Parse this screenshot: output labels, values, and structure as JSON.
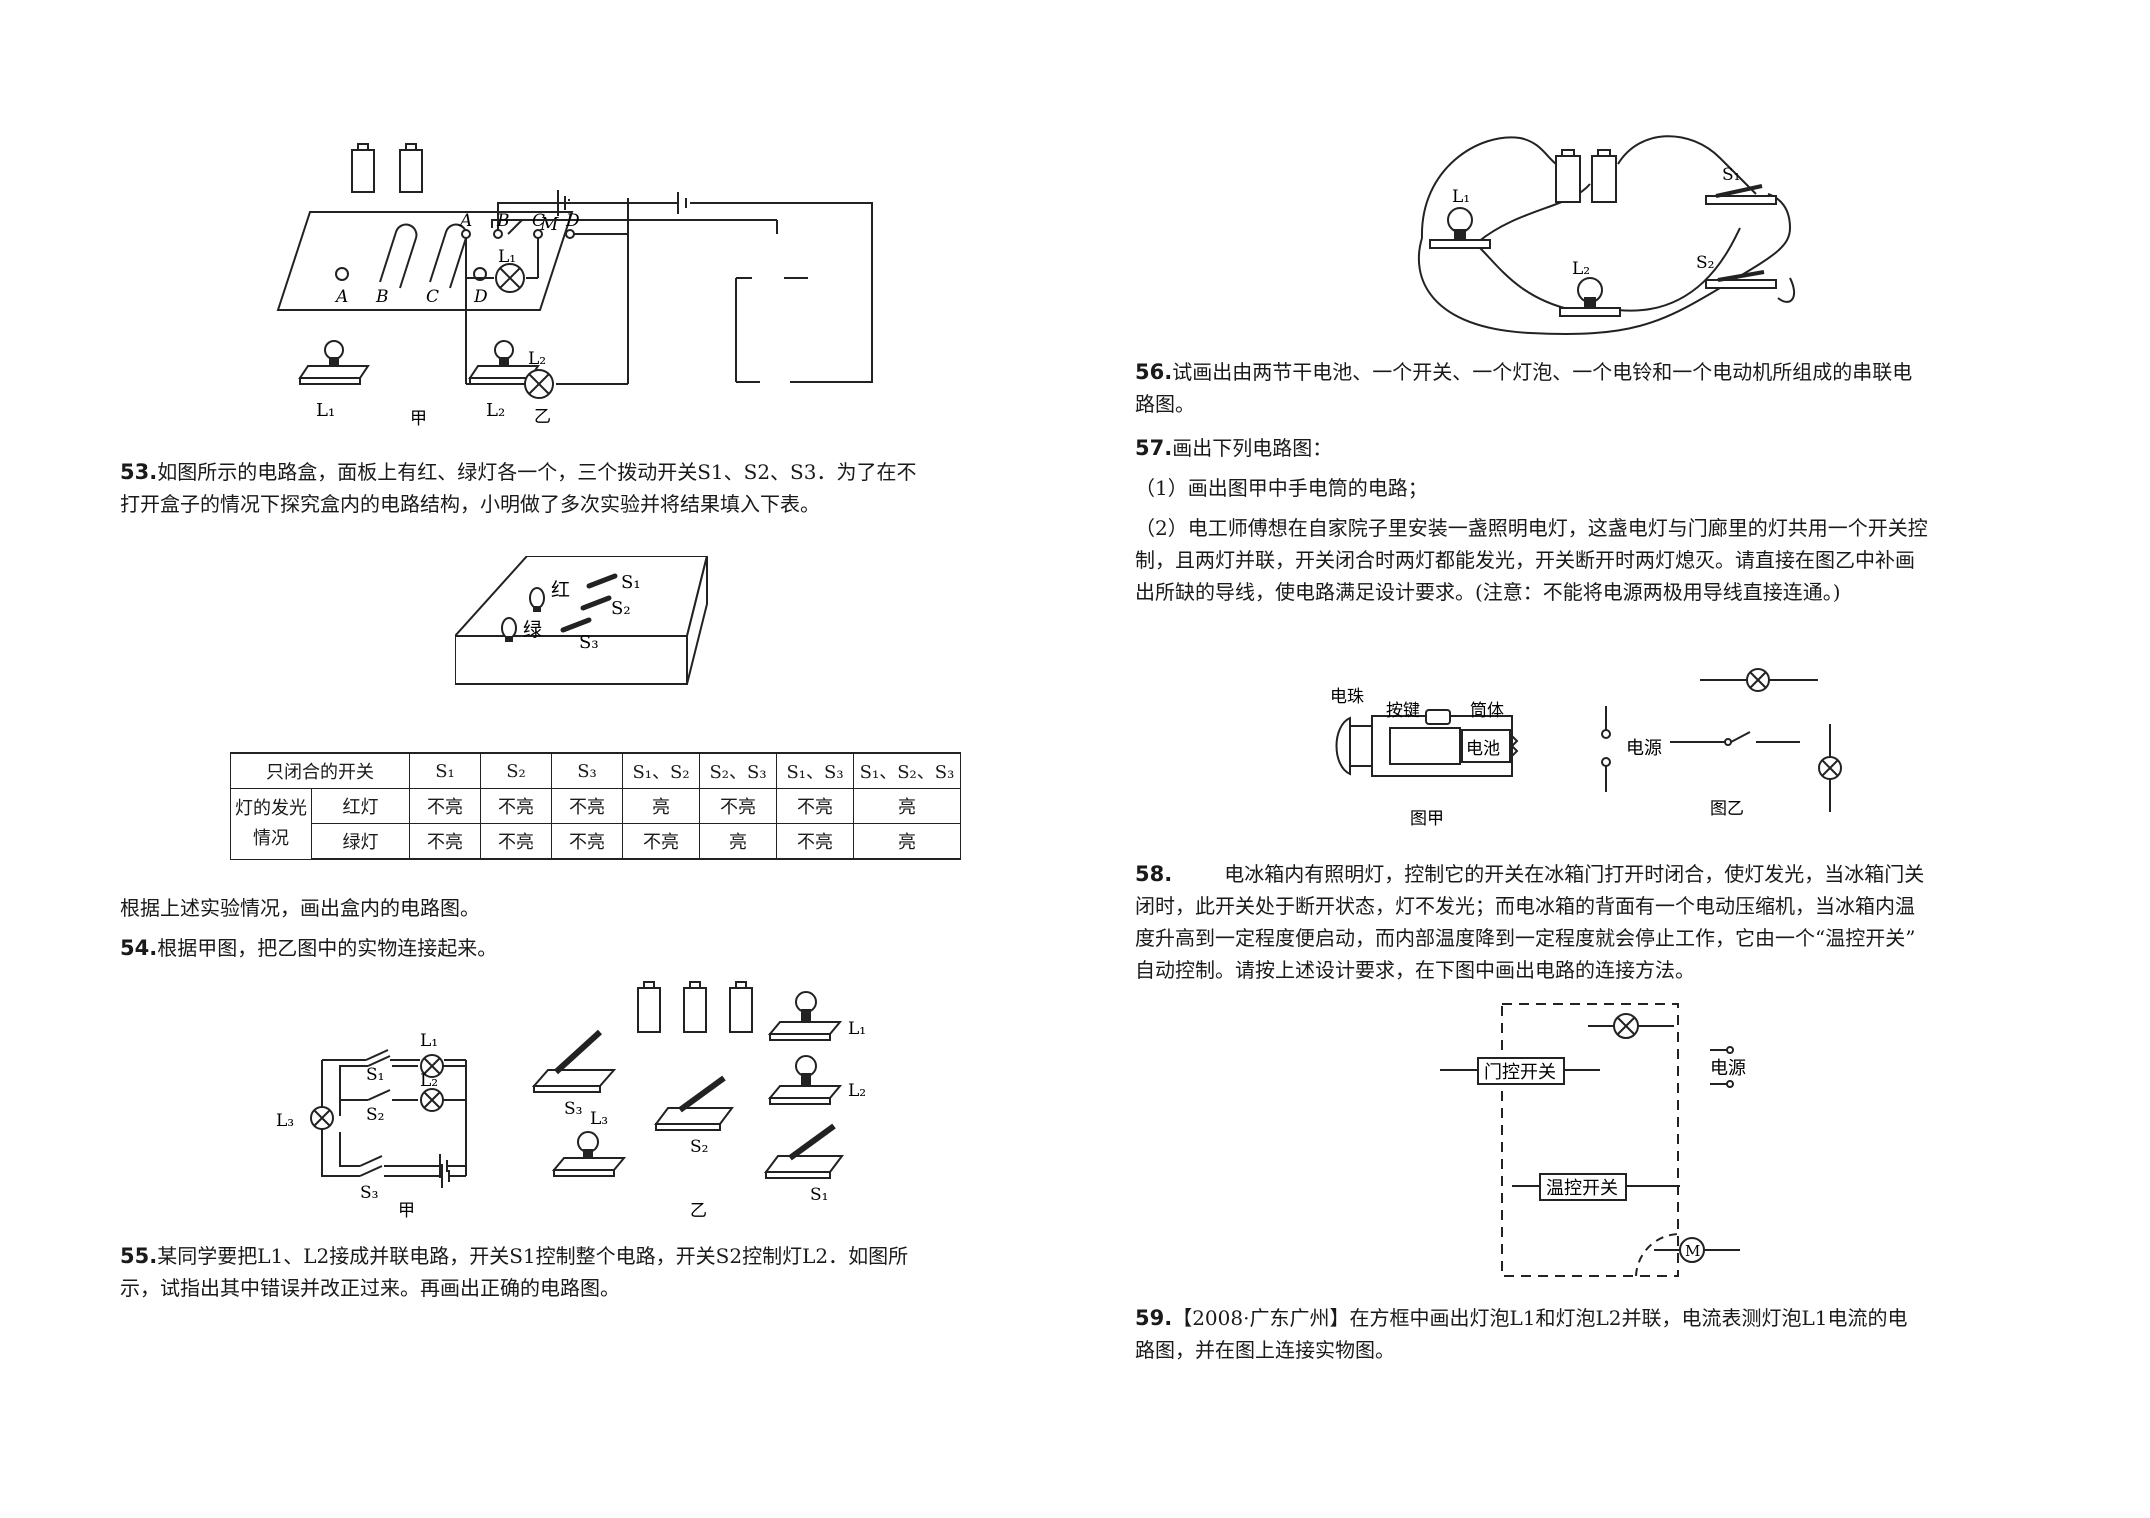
{
  "q53": {
    "num": "53.",
    "line1": "如图所示的电路盒，面板上有红、绿灯各一个，三个拨动开关S1、S2、S3．为了在不",
    "line2": "打开盒子的情况下探究盒内的电路结构，小明做了多次实验并将结果填入下表。",
    "after": "根据上述实验情况，画出盒内的电路图。",
    "fig": {
      "M": "M",
      "A": "A",
      "B": "B",
      "C": "C",
      "D": "D",
      "L1": "L₁",
      "L2": "L₂",
      "jia": "甲",
      "yi": "乙"
    },
    "box": {
      "red": "红",
      "green": "绿",
      "S1": "S₁",
      "S2": "S₂",
      "S3": "S₃"
    },
    "table": {
      "header": [
        "只闭合的开关",
        "S₁",
        "S₂",
        "S₃",
        "S₁、S₂",
        "S₂、S₃",
        "S₁、S₃",
        "S₁、S₂、S₃"
      ],
      "group": "灯的发光情况",
      "rows": [
        {
          "label": "红灯",
          "cells": [
            "不亮",
            "不亮",
            "不亮",
            "亮",
            "不亮",
            "不亮",
            "亮"
          ]
        },
        {
          "label": "绿灯",
          "cells": [
            "不亮",
            "不亮",
            "不亮",
            "不亮",
            "亮",
            "不亮",
            "亮"
          ]
        }
      ]
    }
  },
  "q54": {
    "num": "54.",
    "text": "根据甲图，把乙图中的实物连接起来。",
    "fig": {
      "L1": "L₁",
      "L2": "L₂",
      "L3": "L₃",
      "S1": "S₁",
      "S2": "S₂",
      "S3": "S₃",
      "jia": "甲",
      "yi": "乙"
    }
  },
  "q55": {
    "num": "55.",
    "line1": "某同学要把L1、L2接成并联电路，开关S1控制整个电路，开关S2控制灯L2．如图所",
    "line2": "示，试指出其中错误并改正过来。再画出正确的电路图。",
    "fig": {
      "L1": "L₁",
      "L2": "L₂",
      "S1": "S₁",
      "S2": "S₂"
    }
  },
  "q56": {
    "num": "56.",
    "line1": "试画出由两节干电池、一个开关、一个灯泡、一个电铃和一个电动机所组成的串联电",
    "line2": "路图。"
  },
  "q57": {
    "num": "57.",
    "text": "画出下列电路图：",
    "sub1": "（1）画出图甲中手电筒的电路；",
    "sub2a": "（2）电工师傅想在自家院子里安装一盏照明电灯，这盏电灯与门廊里的灯共用一个开关控",
    "sub2b": "制，且两灯并联，开关闭合时两灯都能发光，开关断开时两灯熄灭。请直接在图乙中补画",
    "sub2c": "出所缺的导线，使电路满足设计要求。(注意：不能将电源两极用导线直接连通。)",
    "fig": {
      "bead": "电珠",
      "key": "按键",
      "tube": "筒体",
      "battery": "电池",
      "source": "电源",
      "figjia": "图甲",
      "figyi": "图乙"
    }
  },
  "q58": {
    "num": "58.",
    "line1": "电冰箱内有照明灯，控制它的开关在冰箱门打开时闭合，使灯发光，当冰箱门关",
    "line2": "闭时，此开关处于断开状态，灯不发光；而电冰箱的背面有一个电动压缩机，当冰箱内温",
    "line3": "度升高到一定程度便启动，而内部温度降到一定程度就会停止工作，它由一个“温控开关”",
    "line4": "自动控制。请按上述设计要求，在下图中画出电路的连接方法。",
    "fig": {
      "door": "门控开关",
      "temp": "温控开关",
      "source": "电源",
      "motor": "M"
    }
  },
  "q59": {
    "num": "59.",
    "line1": "【2008·广东广州】在方框中画出灯泡L1和灯泡L2并联，电流表测灯泡L1电流的电",
    "line2": "路图，并在图上连接实物图。"
  }
}
